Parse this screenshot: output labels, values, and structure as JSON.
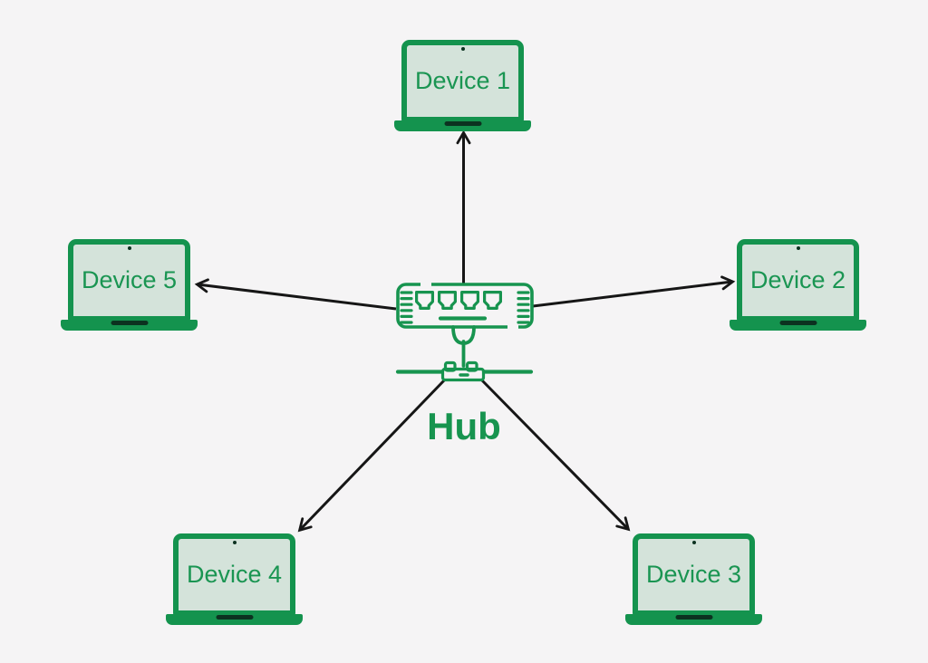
{
  "title": "Star topology network diagram",
  "hub": {
    "label": "Hub",
    "icon": "network-hub-icon"
  },
  "devices": [
    {
      "label": "Device 1",
      "position": "top"
    },
    {
      "label": "Device 2",
      "position": "right"
    },
    {
      "label": "Device 3",
      "position": "bottom-right"
    },
    {
      "label": "Device 4",
      "position": "bottom-left"
    },
    {
      "label": "Device 5",
      "position": "left"
    }
  ],
  "connections": [
    {
      "from": "Hub",
      "to": "Device 1",
      "arrowhead_at": "Device 1"
    },
    {
      "from": "Hub",
      "to": "Device 2",
      "arrowhead_at": "Device 2"
    },
    {
      "from": "Hub",
      "to": "Device 3",
      "arrowhead_at": "Device 3"
    },
    {
      "from": "Hub",
      "to": "Device 4",
      "arrowhead_at": "Device 4"
    },
    {
      "from": "Hub",
      "to": "Device 5",
      "arrowhead_at": "Device 5"
    }
  ],
  "colors": {
    "background": "#f5f4f5",
    "green": "#14934e",
    "label_green": "#1a9552",
    "screen_fill": "#d4e3da",
    "dark_accent": "#0c3220",
    "arrow": "#161616"
  }
}
